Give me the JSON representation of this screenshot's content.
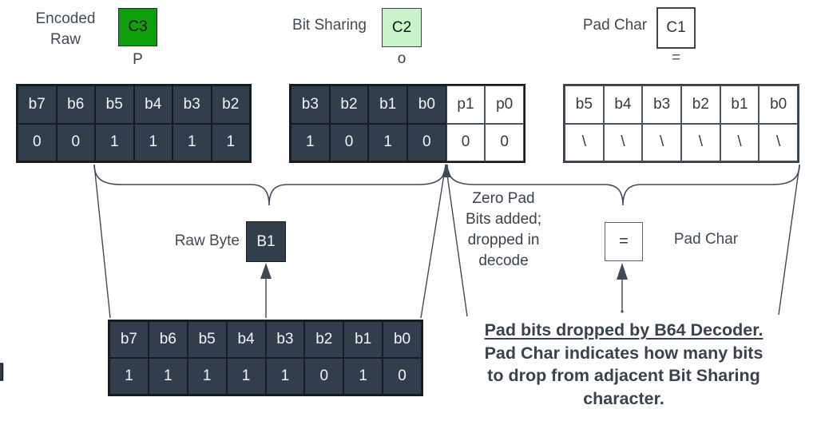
{
  "colors": {
    "dark_cell": "#333e4c",
    "dark_border": "#171c23",
    "light_border": "#4a5560",
    "cell_text_light": "#f2f4f6",
    "cell_text_dark": "#333c46",
    "green": "#0f9f0a",
    "light_green": "#c9f3c9",
    "label_text": "#414b55",
    "bold_text": "#39424d",
    "line": "#3e4a57"
  },
  "labels": {
    "encoded_raw_1": "Encoded",
    "encoded_raw_2": "Raw",
    "bit_sharing": "Bit Sharing",
    "pad_char_top": "Pad Char",
    "raw_byte": "Raw Byte",
    "pad_char_mid": "Pad Char"
  },
  "chars": {
    "c3": {
      "code": "C3",
      "glyph": "P"
    },
    "c2": {
      "code": "C2",
      "glyph": "o"
    },
    "c1": {
      "code": "C1",
      "glyph": "="
    },
    "b1": {
      "code": "B1"
    },
    "pad_box": {
      "code": "="
    }
  },
  "tables": {
    "encoded_raw": {
      "header": [
        "b7",
        "b6",
        "b5",
        "b4",
        "b3",
        "b2"
      ],
      "values": [
        "0",
        "0",
        "1",
        "1",
        "1",
        "1"
      ],
      "dark_cols": 6
    },
    "bit_sharing": {
      "header": [
        "b3",
        "b2",
        "b1",
        "b0",
        "p1",
        "p0"
      ],
      "values": [
        "1",
        "0",
        "1",
        "0",
        "0",
        "0"
      ],
      "dark_cols": 4
    },
    "pad_char": {
      "header": [
        "b5",
        "b4",
        "b3",
        "b2",
        "b1",
        "b0"
      ],
      "values": [
        "\\",
        "\\",
        "\\",
        "\\",
        "\\",
        "\\"
      ],
      "dark_cols": 0
    },
    "raw_byte": {
      "header": [
        "b7",
        "b6",
        "b5",
        "b4",
        "b3",
        "b2",
        "b1",
        "b0"
      ],
      "values": [
        "1",
        "1",
        "1",
        "1",
        "1",
        "0",
        "1",
        "0"
      ],
      "dark_cols": 8
    }
  },
  "notes": {
    "zero_pad": [
      "Zero Pad",
      "Bits added;",
      "dropped in",
      "decode"
    ],
    "bottom_title": "Pad bits dropped by B64 Decoder.",
    "bottom_body": [
      "Pad Char indicates how many bits",
      "to drop from adjacent Bit Sharing",
      "character."
    ]
  }
}
